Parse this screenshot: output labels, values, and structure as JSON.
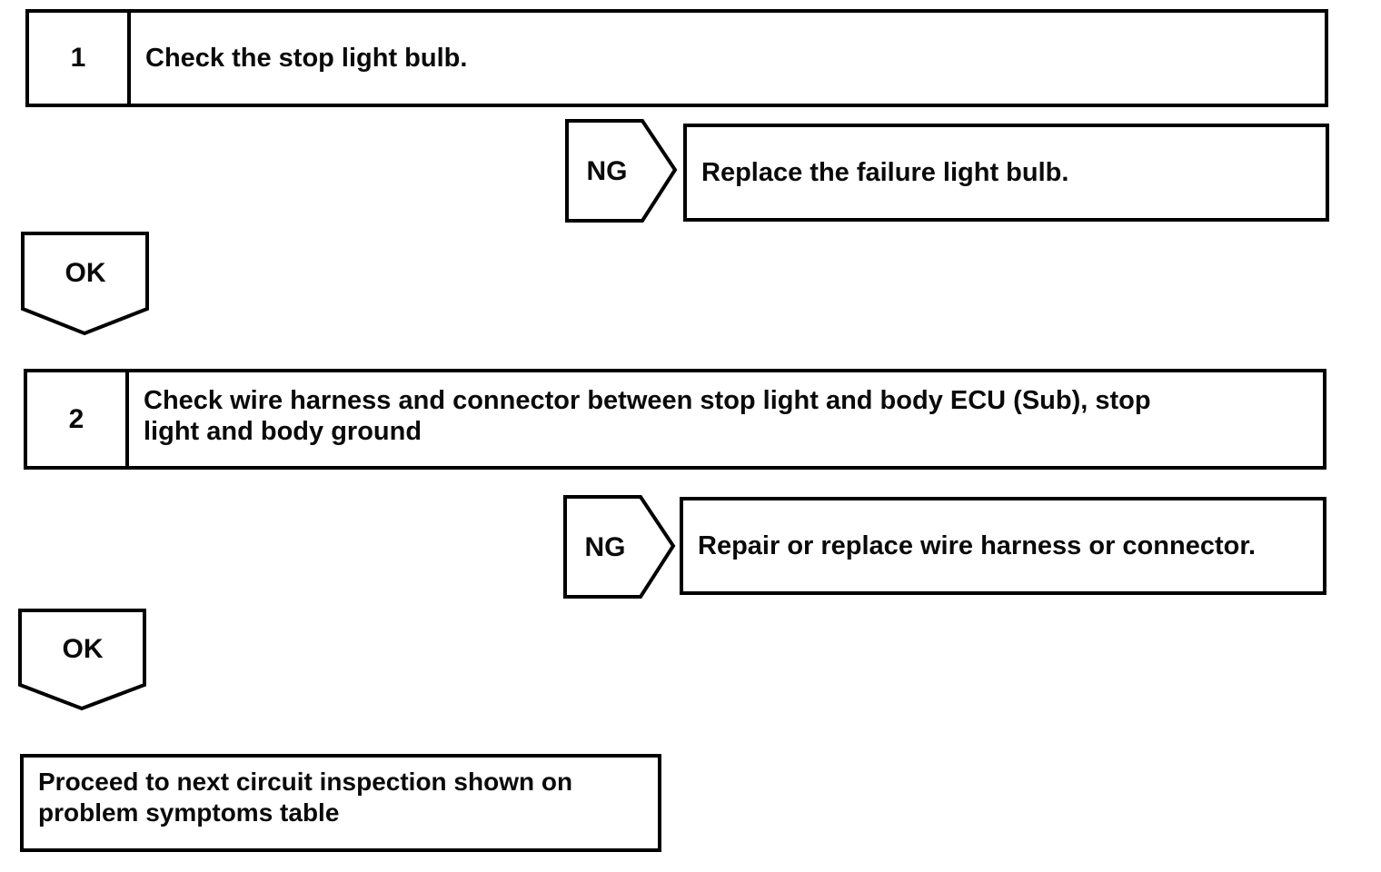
{
  "page": {
    "background_color": "#ffffff",
    "border_color": "#000000",
    "text_color": "#0a0a0a"
  },
  "flowchart": {
    "steps": [
      {
        "number": "1",
        "instruction": "Check the stop light bulb.",
        "ng": {
          "label": "NG",
          "result": "Replace the failure light bulb."
        },
        "ok": {
          "label": "OK"
        }
      },
      {
        "number": "2",
        "instruction": "Check wire harness and connector between stop light and body ECU (Sub), stop\nlight and body ground",
        "ng": {
          "label": "NG",
          "result": "Repair or replace wire harness or connector."
        },
        "ok": {
          "label": "OK"
        }
      }
    ],
    "terminal": "Proceed to next circuit inspection shown on\nproblem symptoms table"
  }
}
